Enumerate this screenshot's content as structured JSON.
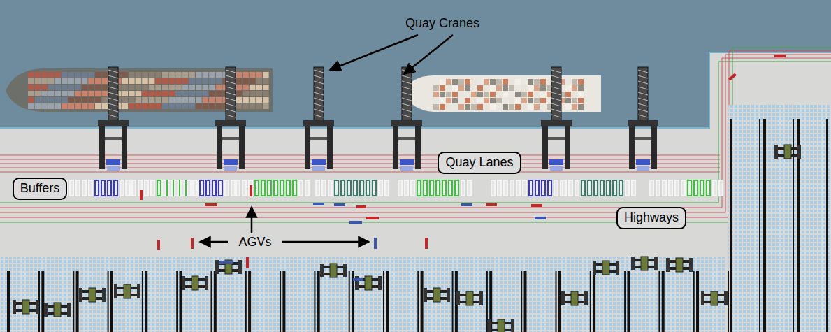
{
  "diagram": {
    "nodes": [
      {
        "text": [
          "Buffers"
        ]
      },
      {
        "text": [
          "Quay Lanes"
        ]
      },
      {
        "text": [
          "Highways"
        ]
      }
    ],
    "labels": [
      "Quay Cranes",
      "AGVs"
    ]
  }
}
